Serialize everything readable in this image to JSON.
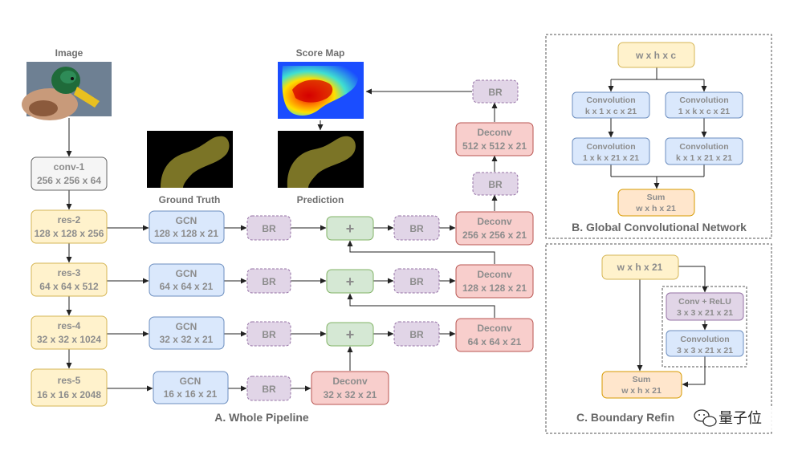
{
  "captions": {
    "image": "Image",
    "score_map": "Score Map",
    "ground_truth": "Ground Truth",
    "prediction": "Prediction"
  },
  "pipeline": {
    "conv1": [
      "conv-1",
      "256 x 256 x 64"
    ],
    "res2": [
      "res-2",
      "128 x 128 x 256"
    ],
    "res3": [
      "res-3",
      "64 x 64 x 512"
    ],
    "res4": [
      "res-4",
      "32 x 32 x 1024"
    ],
    "res5": [
      "res-5",
      "16 x 16 x 2048"
    ],
    "gcn2": [
      "GCN",
      "128 x 128 x 21"
    ],
    "gcn3": [
      "GCN",
      "64 x 64 x 21"
    ],
    "gcn4": [
      "GCN",
      "32 x 32 x 21"
    ],
    "gcn5": [
      "GCN",
      "16 x 16 x 21"
    ],
    "br_label": "BR",
    "plus": "+",
    "deconv5": [
      "Deconv",
      "32 x 32 x 21"
    ],
    "deconv4": [
      "Deconv",
      "64 x 64 x 21"
    ],
    "deconv3": [
      "Deconv",
      "128 x 128 x 21"
    ],
    "deconv2": [
      "Deconv",
      "256 x 256 x 21"
    ],
    "deconv1": [
      "Deconv",
      "512 x 512 x 21"
    ],
    "title": "A. Whole Pipeline"
  },
  "gcn_panel": {
    "input": "w x h x c",
    "conv_left_1": [
      "Convolution",
      "k x 1 x c x 21"
    ],
    "conv_right_1": [
      "Convolution",
      "1 x k x c x 21"
    ],
    "conv_left_2": [
      "Convolution",
      "1 x k x 21 x 21"
    ],
    "conv_right_2": [
      "Convolution",
      "k x 1 x 21 x 21"
    ],
    "sum": [
      "Sum",
      "w x h x 21"
    ],
    "title": "B. Global Convolutional Network"
  },
  "br_panel": {
    "input": "w x h x 21",
    "conv_relu": [
      "Conv + ReLU",
      "3 x 3 x 21 x 21"
    ],
    "conv": [
      "Convolution",
      "3 x 3 x 21 x 21"
    ],
    "sum": [
      "Sum",
      "w x h x 21"
    ],
    "title": "C. Boundary Refin"
  },
  "watermark": "量子位",
  "colors": {
    "yellow_fill": "#fff2cc",
    "yellow_stroke": "#d6b656",
    "blue_fill": "#dae8fc",
    "blue_stroke": "#6c8ebf",
    "purple_fill": "#e1d5e7",
    "purple_stroke": "#9673a6",
    "green_fill": "#d5e8d4",
    "green_stroke": "#82b366",
    "red_fill": "#f8cecc",
    "red_stroke": "#b85450",
    "gray_fill": "#f5f5f5",
    "gray_stroke": "#666666",
    "orange_fill": "#ffe6cc",
    "orange_stroke": "#d79b00"
  }
}
